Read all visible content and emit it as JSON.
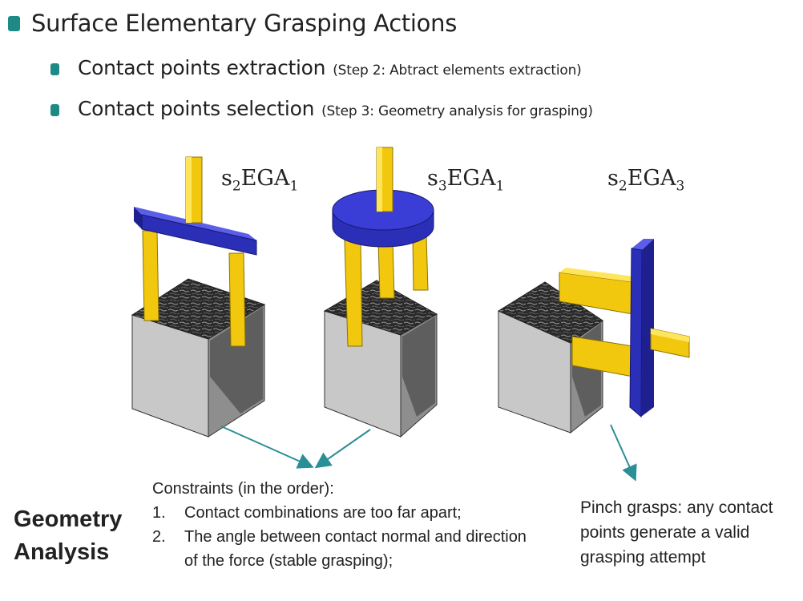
{
  "slide": {
    "heading": "Surface Elementary Grasping Actions",
    "bullets": [
      {
        "main": "Contact points extraction",
        "note": "(Step 2: Abtract elements extraction)"
      },
      {
        "main": "Contact points selection",
        "note": "(Step 3: Geometry analysis for grasping)"
      }
    ]
  },
  "figures": [
    {
      "label_s": "s",
      "label_s_sub": "2",
      "label_ega": "EGA",
      "label_ega_sub": "1"
    },
    {
      "label_s": "s",
      "label_s_sub": "3",
      "label_ega": "EGA",
      "label_ega_sub": "1"
    },
    {
      "label_s": "s",
      "label_s_sub": "2",
      "label_ega": "EGA",
      "label_ega_sub": "3"
    }
  ],
  "geometry_analysis": {
    "line1": "Geometry",
    "line2": "Analysis"
  },
  "constraints": {
    "title": "Constraints (in the order):",
    "items": [
      {
        "num": "1.",
        "text": "Contact combinations are too far apart;"
      },
      {
        "num": "2.",
        "text": "The angle between contact normal and direction of the force (stable grasping);"
      }
    ]
  },
  "pinch_note": "Pinch grasps: any contact points generate a valid grasping attempt",
  "colors": {
    "accent": "#1e8a86",
    "gripper_yellow": "#f2c80f",
    "gripper_blue": "#2b2fb8",
    "box_grey": "#bdbdbd",
    "arrow_teal": "#2a8f96"
  }
}
